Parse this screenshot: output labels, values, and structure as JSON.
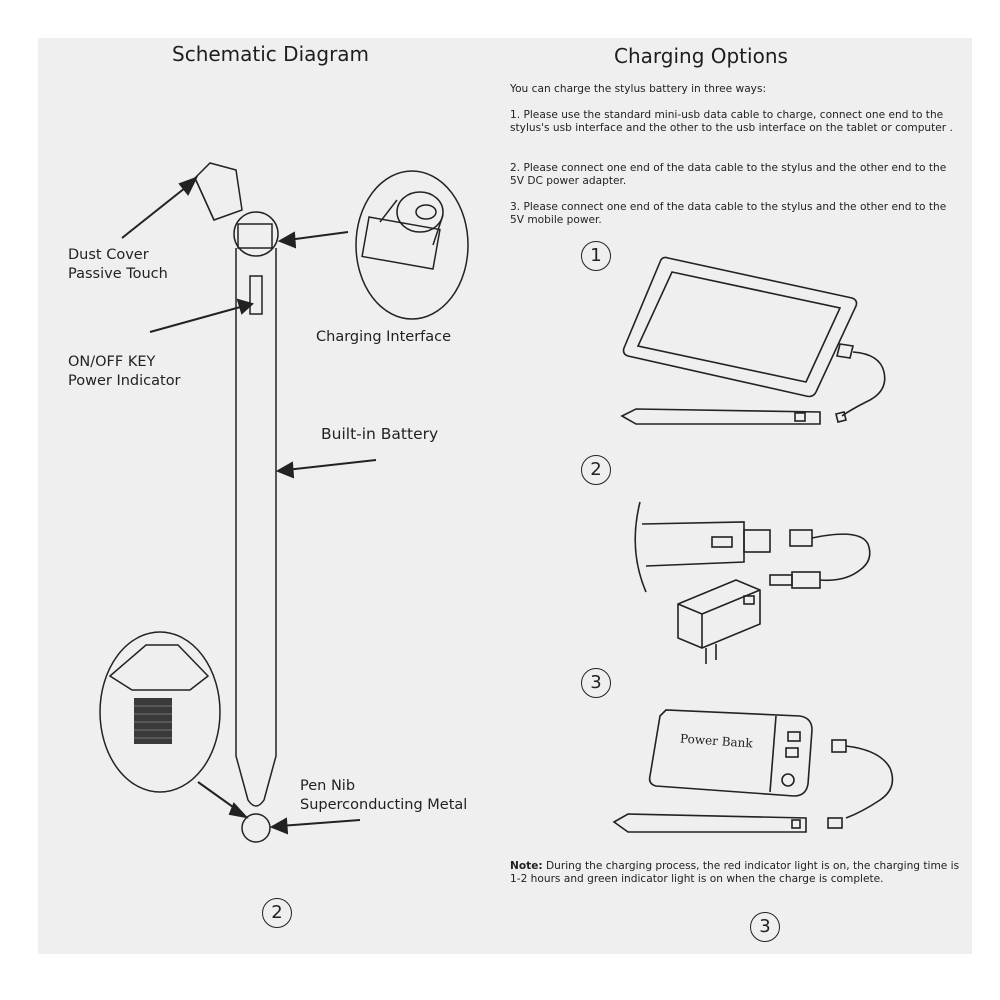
{
  "left": {
    "title": "Schematic Diagram",
    "dust_cover_line1": "Dust Cover",
    "dust_cover_line2": "Passive Touch",
    "onoff_line1": "ON/OFF KEY",
    "onoff_line2": "Power Indicator",
    "charging_interface": "Charging Interface",
    "battery": "Built-in Battery",
    "nib_line1": "Pen Nib",
    "nib_line2": "Superconducting Metal",
    "page_number": "2"
  },
  "right": {
    "title": "Charging Options",
    "intro": "You can charge the stylus battery in three ways:",
    "options": [
      "1. Please use the standard mini-usb data cable to charge, connect one end to the stylus's usb interface and the other to the usb interface on the tablet or computer .",
      "2. Please connect one end of the data cable to the stylus and the other end to the 5V DC power adapter.",
      "3. Please connect one end of the data cable  to the stylus and the other end to the 5V mobile power."
    ],
    "step_numbers": [
      "1",
      "2",
      "3"
    ],
    "power_bank_label": "Power Bank",
    "note_label": "Note:",
    "note_text": " During the charging process, the red indicator light is on, the charging time is 1-2 hours and green indicator light is on when the charge is complete.",
    "page_number": "3"
  },
  "colors": {
    "background": "#efefef",
    "ink": "#222222"
  }
}
